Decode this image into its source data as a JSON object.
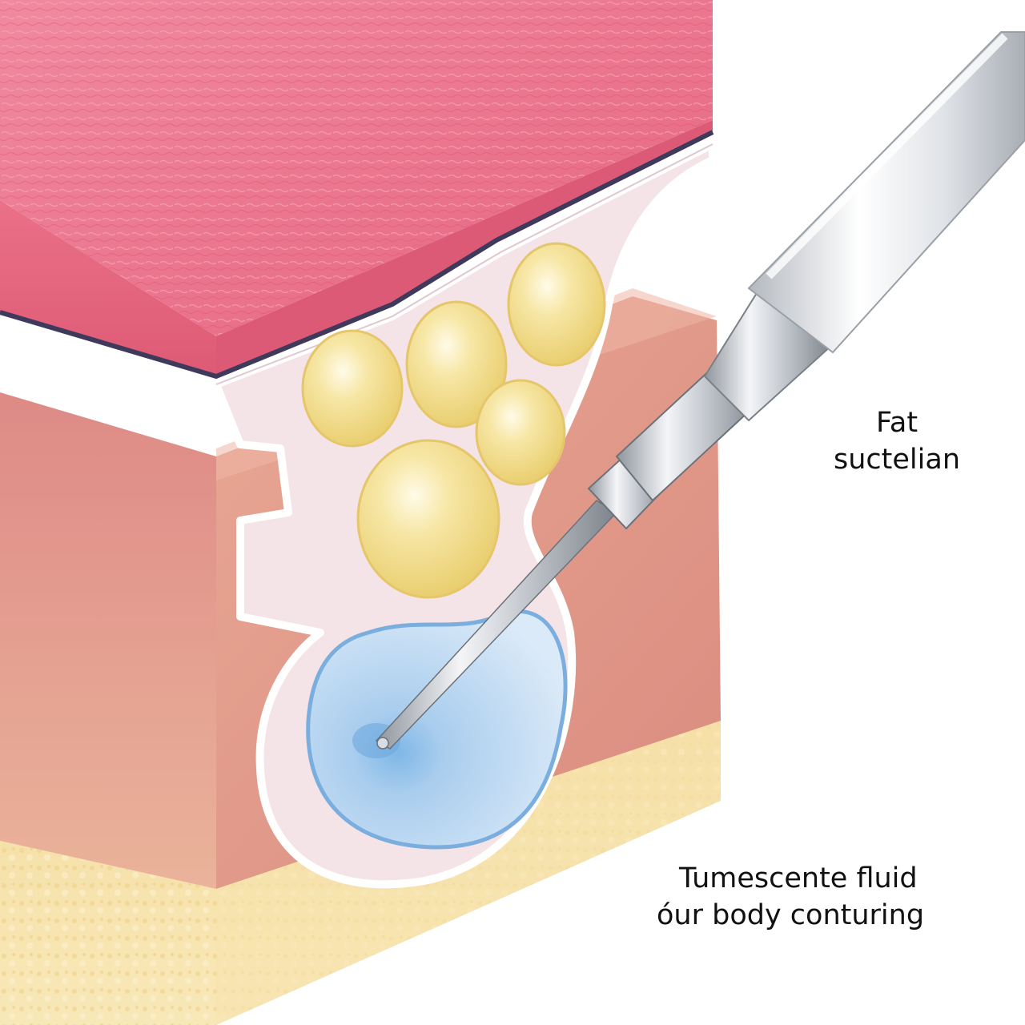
{
  "labels": {
    "fat": {
      "line1": "Fat",
      "line2": "suctelian"
    },
    "fluid": {
      "line1": "Tumescente fluid",
      "line2": "óur body conturing"
    }
  },
  "colors": {
    "epidermis": "#e9708a",
    "dermis": "#e29a8c",
    "subcutaneous": "#f6dfa4",
    "pocket": "#f1dde2",
    "fat_cell": "#f3dc86",
    "fluid": "#b9d7f0",
    "cannula": "#c9cdd3"
  },
  "icons": {
    "cannula": "liposuction-cannula-icon",
    "fat_cell": "fat-cell-icon"
  }
}
